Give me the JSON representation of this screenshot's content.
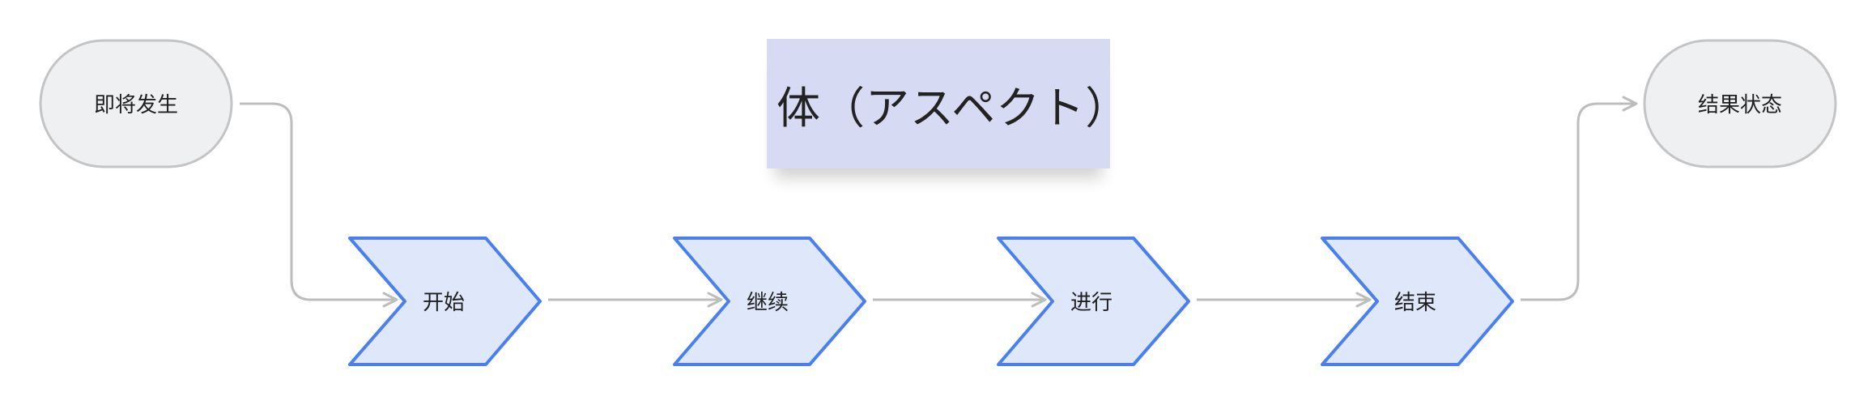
{
  "title": {
    "text": "体（アスペクト）"
  },
  "nodes": {
    "before": {
      "label": "即将发生"
    },
    "after": {
      "label": "结果状态"
    },
    "steps": [
      {
        "label": "开始"
      },
      {
        "label": "继续"
      },
      {
        "label": "进行"
      },
      {
        "label": "结束"
      }
    ]
  },
  "colors": {
    "terminal_fill": "#eff0f2",
    "terminal_stroke": "#c4c4c6",
    "step_fill": "#dfe7fb",
    "step_stroke": "#4a80ee",
    "connector": "#bdbdbd",
    "title_bg": "#d6daf3"
  }
}
